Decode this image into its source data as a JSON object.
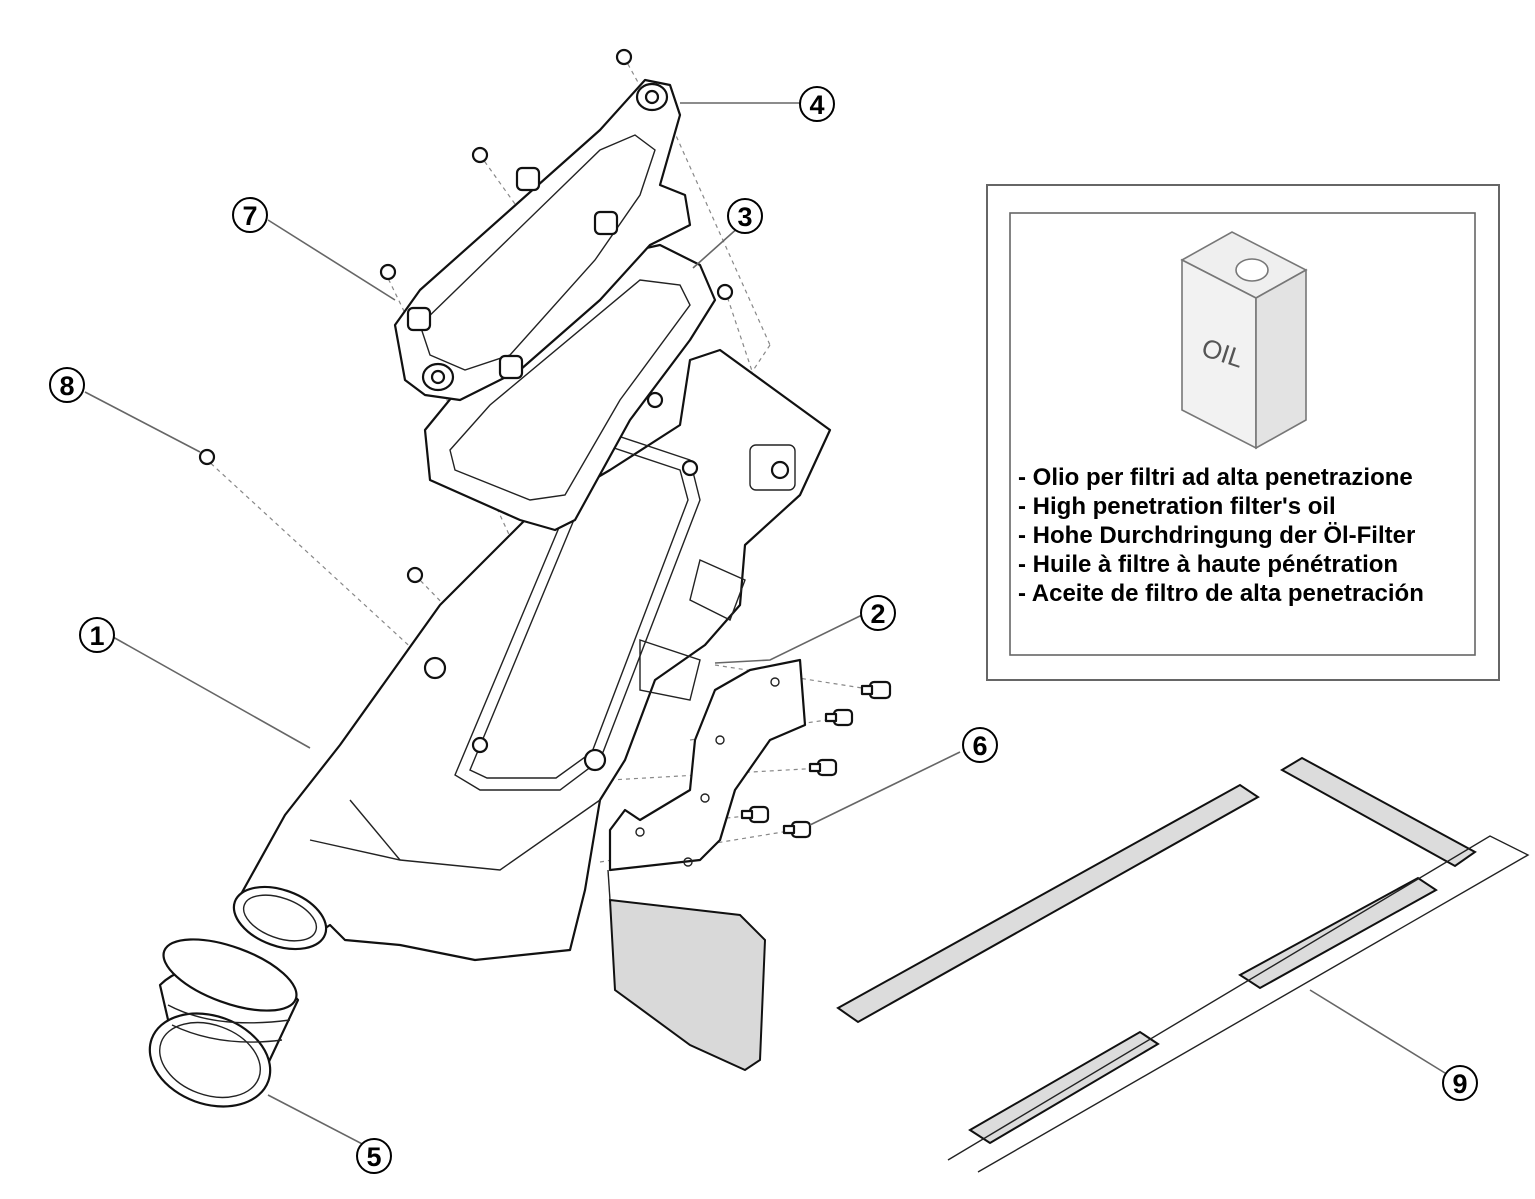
{
  "callouts": [
    {
      "id": "1",
      "label": "1"
    },
    {
      "id": "2",
      "label": "2"
    },
    {
      "id": "3",
      "label": "3"
    },
    {
      "id": "4",
      "label": "4"
    },
    {
      "id": "5",
      "label": "5"
    },
    {
      "id": "6",
      "label": "6"
    },
    {
      "id": "7",
      "label": "7"
    },
    {
      "id": "8",
      "label": "8"
    },
    {
      "id": "9",
      "label": "9"
    }
  ],
  "oil_box": {
    "can_label": "OIL",
    "lines": [
      "- Olio per filtri ad alta penetrazione",
      "- High penetration filter's oil",
      "- Hohe Durchdringung der Öl-Filter",
      "- Huile à filtre à haute pénétration",
      "- Aceite de filtro de alta penetración"
    ]
  }
}
